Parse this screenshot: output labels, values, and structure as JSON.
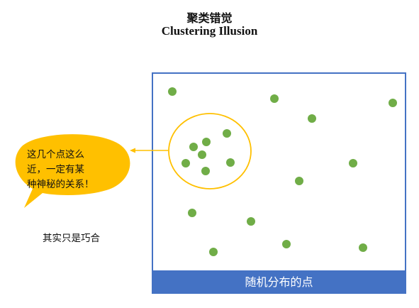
{
  "title": {
    "chinese": "聚类错觉",
    "english": "Clustering Illusion"
  },
  "speech_bubble": {
    "line1": "这几个点这么",
    "line2": "近，一定有某",
    "line3": "种神秘的关系！"
  },
  "note": "其实只是巧合",
  "panel": {
    "caption": "随机分布的点"
  },
  "colors": {
    "panel_border": "#4472c4",
    "caption_bar": "#4472c4",
    "dot": "#70ad47",
    "cluster_ring": "#ffc000",
    "bubble": "#ffc000",
    "arrow": "#ffc000"
  }
}
